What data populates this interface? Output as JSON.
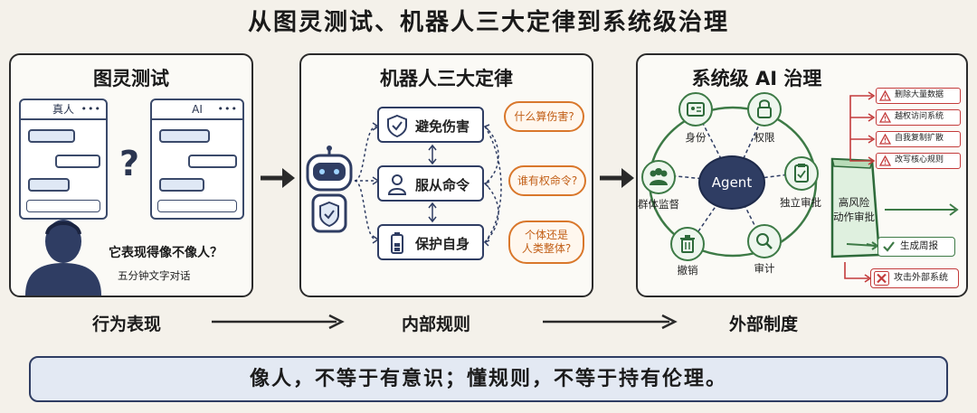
{
  "title": "从图灵测试、机器人三大定律到系统级治理",
  "panels": {
    "turing": {
      "title": "图灵测试",
      "left_window_title": "真人",
      "right_window_title": "AI",
      "question_mark": "?",
      "question": "它表现得像不像人？",
      "subtitle": "五分钟文字对话"
    },
    "laws": {
      "title": "机器人三大定律",
      "rules": [
        {
          "label": "避免伤害",
          "icon": "shield-check-icon"
        },
        {
          "label": "服从命令",
          "icon": "person-icon"
        },
        {
          "label": "保护自身",
          "icon": "battery-icon"
        }
      ],
      "questions": [
        "什么算伤害?",
        "谁有权命令?",
        "个体还是\n人类整体?"
      ]
    },
    "governance": {
      "title": "系统级 AI 治理",
      "center": "Agent",
      "nodes": {
        "identity": "身份",
        "permission": "权限",
        "approval": "独立审批",
        "audit": "审计",
        "revoke": "撤销",
        "oversight": "群体监督"
      },
      "gate": "高风险\n动作审批",
      "risks": [
        "删除大量数据",
        "越权访问系统",
        "自我复制扩散",
        "改写核心规则"
      ],
      "allowed": "生成周报",
      "blocked": "攻击外部系统"
    }
  },
  "flow": {
    "left": "行为表现",
    "middle": "内部规则",
    "right": "外部制度"
  },
  "conclusion": "像人，不等于有意识；懂规则，不等于持有伦理。",
  "colors": {
    "navy": "#2f3d63",
    "green": "#3d7a46",
    "orange": "#d9772b",
    "red": "#c33b3b",
    "banner": "#e3e9f3"
  }
}
